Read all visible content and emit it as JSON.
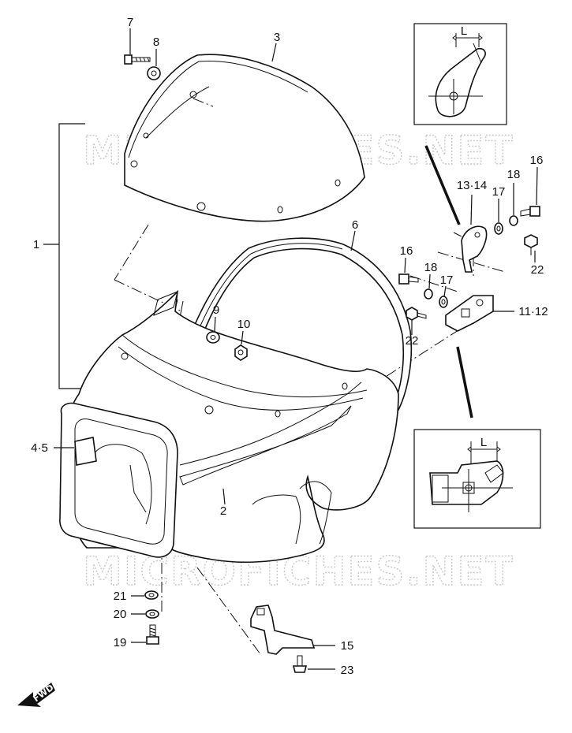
{
  "watermark": "MICROFICHES.NET",
  "fwd_label": "FWD",
  "callouts": {
    "c1": "1",
    "c2": "2",
    "c3": "3",
    "c45": "4·5",
    "c6": "6",
    "c7": "7",
    "c8": "8",
    "c9": "9",
    "c10": "10",
    "c1112": "11·12",
    "c1314": "13·14",
    "c15": "15",
    "c16a": "16",
    "c16b": "16",
    "c17a": "17",
    "c17b": "17",
    "c18a": "18",
    "c18b": "18",
    "c19": "19",
    "c20": "20",
    "c21": "21",
    "c22a": "22",
    "c22b": "22",
    "c23": "23"
  },
  "inset_top": {
    "dimension": "L"
  },
  "inset_bottom": {
    "dimension": "L"
  }
}
